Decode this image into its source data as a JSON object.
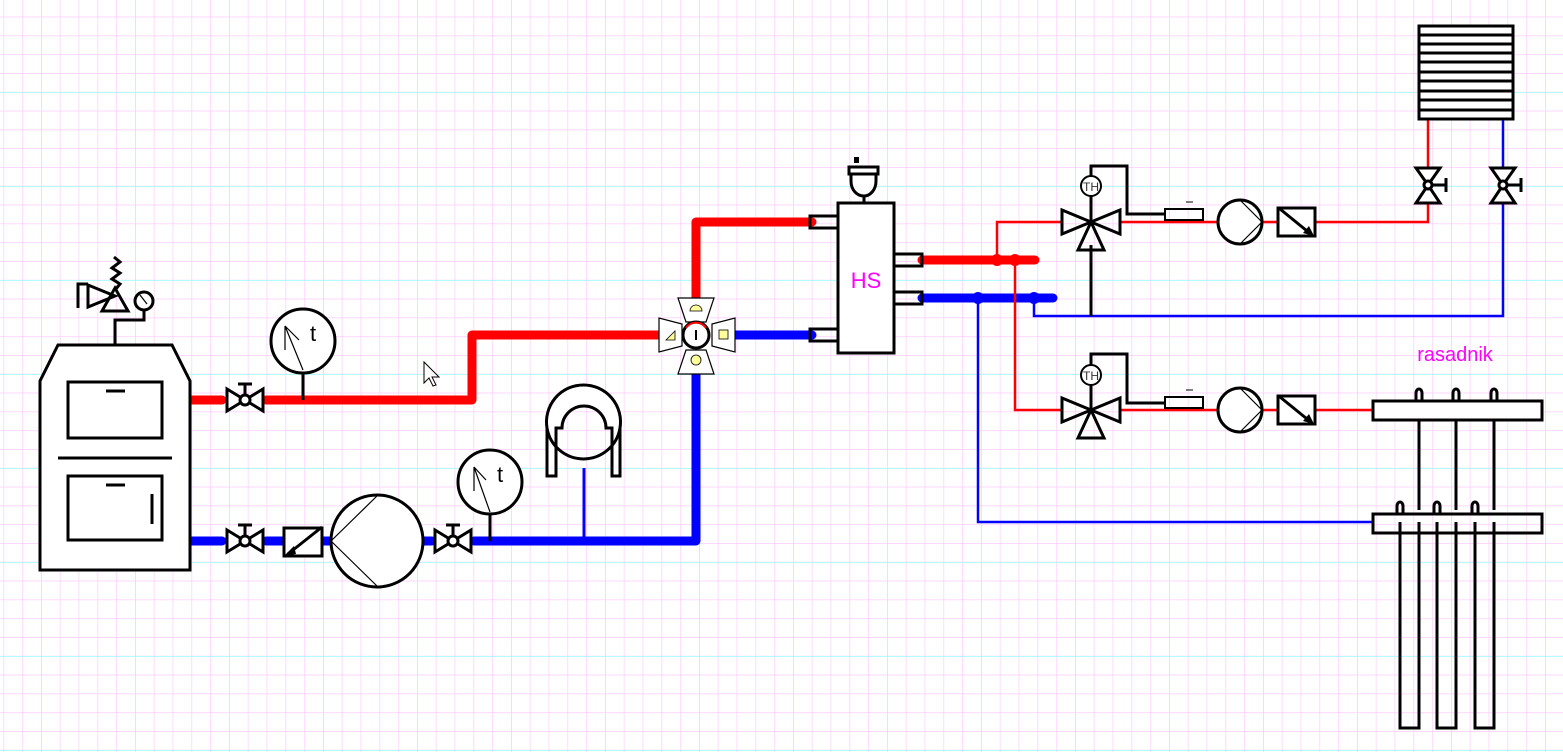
{
  "diagram": {
    "type": "heating hydraulic schematic",
    "labels": {
      "hydraulic_separator": "HS",
      "nursery": "rasadnik",
      "thermometer_1": "t",
      "thermometer_2": "t",
      "thermostat_1": "TH",
      "thermostat_2": "TH"
    },
    "colors": {
      "supply": "#ff0000",
      "return": "#0000ff",
      "label": "#ff00ff",
      "grid_minor": "#ffccff",
      "grid_major": "#99ffff",
      "mixer_marker": "#ffff99"
    },
    "components": [
      {
        "id": "boiler",
        "name": "Solid fuel boiler"
      },
      {
        "id": "safety-group",
        "name": "Safety valve with pressure gauge"
      },
      {
        "id": "ball-valve-supply",
        "name": "Ball valve (boiler supply)"
      },
      {
        "id": "thermometer-supply",
        "name": "Thermometer"
      },
      {
        "id": "ball-valve-return-1",
        "name": "Ball valve (boiler return)"
      },
      {
        "id": "strainer-return",
        "name": "Strainer"
      },
      {
        "id": "circulation-pump-boiler",
        "name": "Boiler circulation pump"
      },
      {
        "id": "ball-valve-return-2",
        "name": "Ball valve"
      },
      {
        "id": "thermometer-return",
        "name": "Thermometer"
      },
      {
        "id": "expansion-vessel",
        "name": "Expansion vessel"
      },
      {
        "id": "four-way-mixing-valve",
        "name": "4-way mixing valve"
      },
      {
        "id": "hydraulic-separator",
        "name": "Hydraulic separator (HS)"
      },
      {
        "id": "air-vent",
        "name": "Automatic air vent"
      },
      {
        "id": "three-way-valve-1",
        "name": "3-way thermostatic valve, circuit 1"
      },
      {
        "id": "three-way-valve-2",
        "name": "3-way thermostatic valve, circuit 2"
      },
      {
        "id": "pump-circuit-1",
        "name": "Circuit 1 pump"
      },
      {
        "id": "pump-circuit-2",
        "name": "Circuit 2 pump"
      },
      {
        "id": "radiator",
        "name": "Radiator"
      },
      {
        "id": "manifold-supply",
        "name": "Nursery supply manifold"
      },
      {
        "id": "manifold-return",
        "name": "Nursery return manifold"
      }
    ]
  }
}
